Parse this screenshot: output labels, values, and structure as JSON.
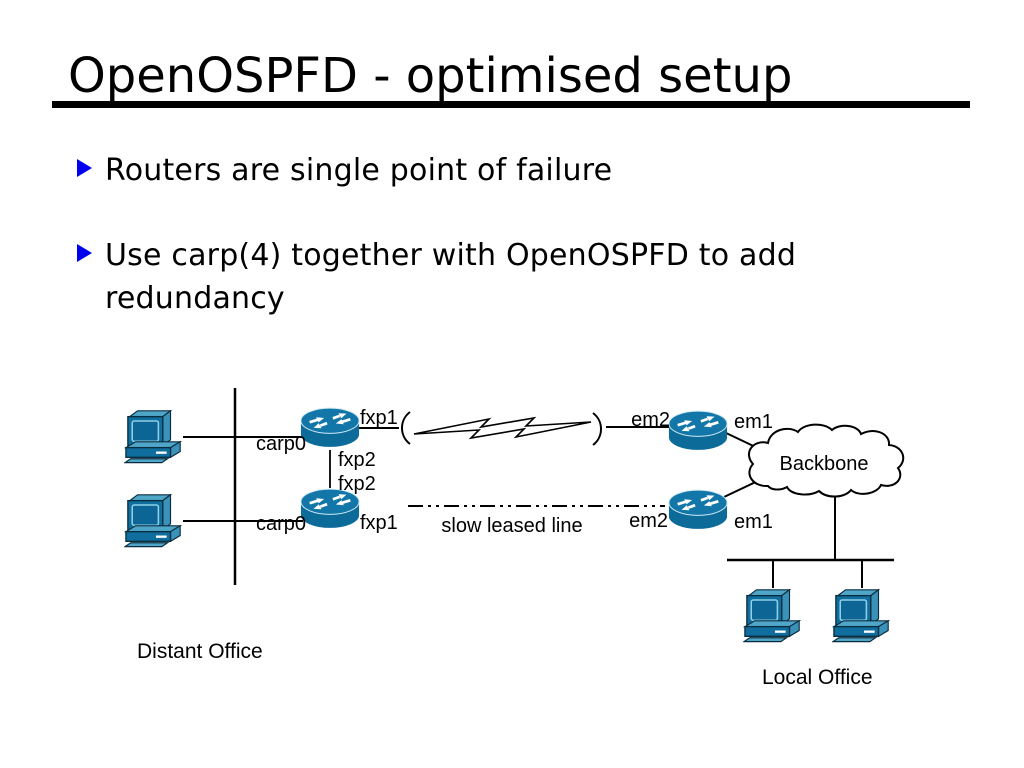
{
  "slide": {
    "title": "OpenOSPFD - optimised setup",
    "bullets": [
      {
        "lines": [
          "Routers are single point of failure",
          ""
        ]
      },
      {
        "lines": [
          "Use carp(4) together with OpenOSPFD to add",
          "redundancy"
        ]
      }
    ]
  },
  "diagram": {
    "interfaces": {
      "carp0": "carp0",
      "fxp1": "fxp1",
      "fxp2": "fxp2",
      "em1": "em1",
      "em2": "em2"
    },
    "wan_link_label": "slow leased line",
    "cloud_label": "Backbone",
    "sites": {
      "distant": "Distant Office",
      "local": "Local Office"
    },
    "colors": {
      "bullet_accent": "#0000ee",
      "device_fill": "#0f6e9d",
      "device_highlight": "#3a92b9",
      "line": "#000000"
    }
  }
}
